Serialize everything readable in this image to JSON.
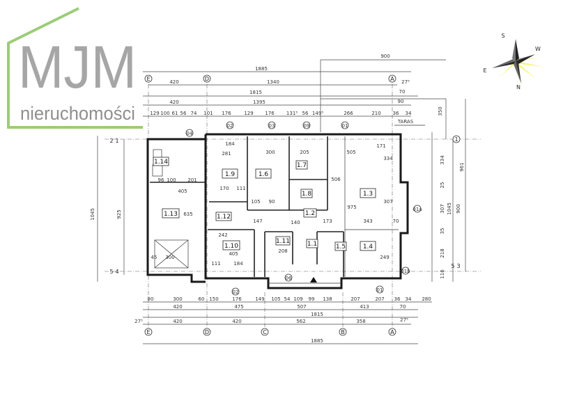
{
  "logo": {
    "brand": "MJM",
    "tagline": "nieruchomości",
    "accent_color": "#9ccc7a"
  },
  "compass": {
    "n": "N",
    "s": "S",
    "e": "E",
    "w": "W"
  },
  "grid_axes": {
    "e": "E",
    "d": "D",
    "c": "C",
    "b": "B",
    "a": "A",
    "r1": "1",
    "r2": "2",
    "r3": "3",
    "r4": "4",
    "r5": "5"
  },
  "labels": {
    "terrace": "TARAS"
  },
  "rooms": [
    "1.1",
    "1.2",
    "1.3",
    "1.4",
    "1.5",
    "1.6",
    "1.7",
    "1.8",
    "1.9",
    "1.10",
    "1.11",
    "1.12",
    "1.13",
    "1.14"
  ],
  "markers": [
    "02",
    "03",
    "09",
    "01",
    "04",
    "02",
    "06",
    "01a",
    "01b",
    "01"
  ],
  "dims_top": {
    "d900": "900",
    "d1885": "1885",
    "d420a": "420",
    "d1340": "1340",
    "d1815": "1815",
    "d420b": "420",
    "d1395": "1395",
    "d275": "27⁵",
    "d70": "70",
    "d90": "90",
    "row": [
      "129",
      "100",
      "61",
      "56",
      "74",
      "101",
      "176",
      "129",
      "176",
      "131⁵",
      "56",
      "149⁵",
      "266",
      "210",
      "36",
      "34"
    ]
  },
  "dims_bottom": {
    "row": [
      "80",
      "300",
      "60",
      "150",
      "176",
      "149",
      "105",
      "54",
      "109",
      "99",
      "138",
      "207",
      "207",
      "36",
      "34",
      "280"
    ],
    "row2": [
      "420",
      "475",
      "507",
      "413",
      "70"
    ],
    "d1815": "1815",
    "row3": [
      "420",
      "420",
      "562",
      "358"
    ],
    "d1885": "1885",
    "d275a": "27⁵",
    "d275b": "27⁵"
  },
  "dims_side": {
    "left": [
      "1045",
      "925"
    ],
    "right": [
      "961",
      "1045",
      "900",
      "350"
    ],
    "right_small": [
      "334",
      "25",
      "307",
      "35",
      "218",
      "116"
    ]
  },
  "dims_inner": [
    "184",
    "281",
    "300",
    "205",
    "505",
    "171",
    "405",
    "170",
    "111",
    "105",
    "90",
    "147",
    "140",
    "173",
    "343",
    "70",
    "242",
    "405",
    "111",
    "184",
    "208",
    "334",
    "307",
    "975",
    "506",
    "635",
    "300",
    "249",
    "96",
    "100",
    "201",
    "45"
  ]
}
